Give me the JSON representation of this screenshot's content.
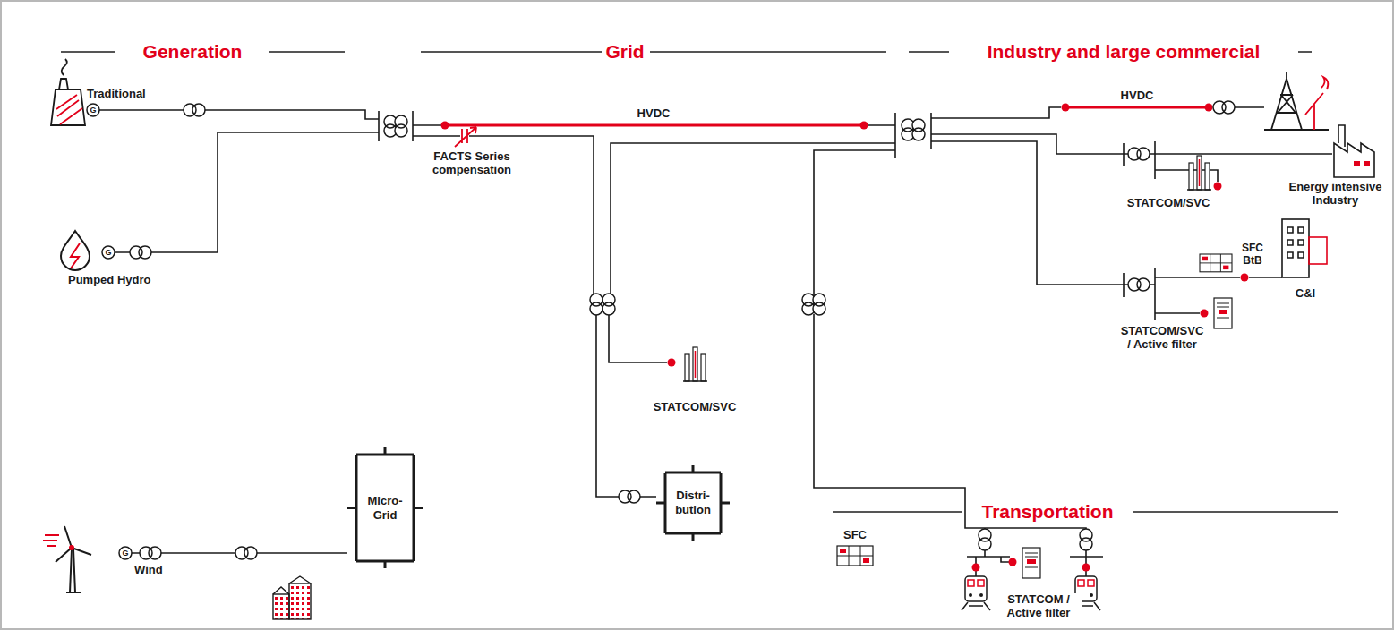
{
  "diagram": {
    "nodes": [
      {
        "text": [
          "Micro- Grid"
        ]
      },
      {
        "text": [
          "Distri- bution"
        ]
      }
    ],
    "labels": [
      "Generation",
      "Grid",
      "Industry and large commercial",
      "Transportation",
      "Traditional",
      "G",
      "Pumped Hydro",
      "G",
      "Wind",
      "G",
      "HVDC",
      "FACTS Series compensation",
      "HVDC",
      "STATCOM/SVC",
      "Energy intensive Industry",
      "SFC BtB",
      "C&I",
      "STATCOM/SVC / Active filter",
      "STATCOM/SVC",
      "SFC",
      "STATCOM / Active filter"
    ]
  }
}
